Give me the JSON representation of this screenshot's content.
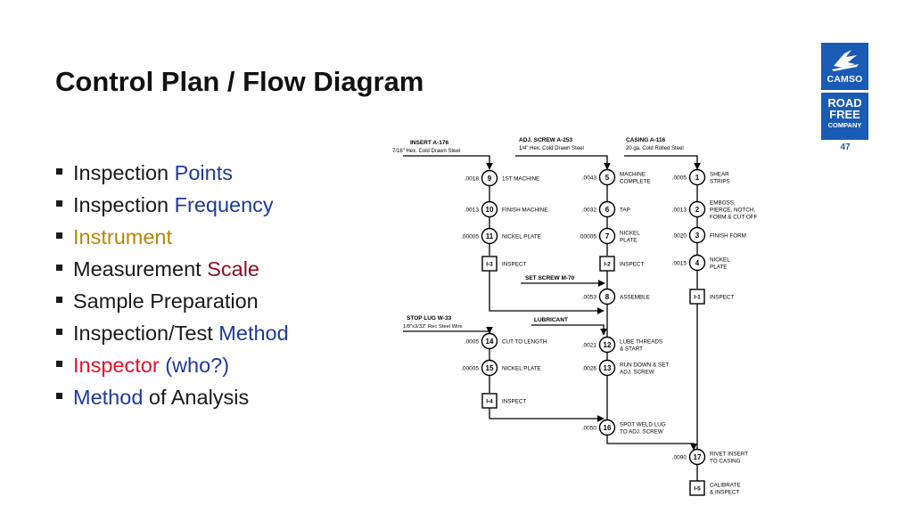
{
  "slide": {
    "title": "Control Plan / Flow Diagram",
    "page_number": "47"
  },
  "bullets": [
    {
      "text": "Inspection ",
      "highlight": "Points"
    },
    {
      "text": "Inspection ",
      "highlight": "Frequency"
    },
    {
      "text": "",
      "highlight": "Instrument"
    },
    {
      "text": "Measurement ",
      "highlight": "Scale"
    },
    {
      "text": "Sample Preparation",
      "highlight": ""
    },
    {
      "text": "Inspection/Test ",
      "highlight": "Method"
    },
    {
      "text": "Inspector",
      "highlight": " (who?)"
    },
    {
      "text": "Method",
      "highlight": " of Analysis"
    }
  ],
  "logos": {
    "camso": "CAMSO",
    "road": "ROAD",
    "free": "FREE",
    "company": "COMPANY"
  },
  "colors": {
    "brand_blue": "#1a5bb4",
    "accent_blue": "#1f3a9c",
    "gold": "#b8860b",
    "dark_red": "#8b1020",
    "red": "#e8102c"
  },
  "flow": {
    "inputs": {
      "insert": {
        "name": "INSERT A-176",
        "spec": "7/16\" Hex. Cold Drawn Steel"
      },
      "adj_screw": {
        "name": "ADJ. SCREW A-253",
        "spec": "1/4\" Hex. Cold Drawn Steel"
      },
      "casing": {
        "name": "CASING A-116",
        "spec": "20 ga. Cold Rolled Steel"
      },
      "set_screw": "SET SCREW M-70",
      "lubricant": "LUBRICANT",
      "stop_lug": {
        "name": "STOP LUG W-33",
        "spec": "1/8\"x3/32\" Rec Steel Wire"
      }
    },
    "ops": [
      {
        "num": "9",
        "freq": ".0018",
        "label": [
          "1ST MACHINE"
        ]
      },
      {
        "num": "10",
        "freq": ".0013",
        "label": [
          "FINISH MACHINE"
        ]
      },
      {
        "num": "11",
        "freq": ".00005",
        "label": [
          "NICKEL PLATE"
        ]
      },
      {
        "num": "5",
        "freq": ".0043",
        "label": [
          "MACHINE",
          "COMPLETE"
        ]
      },
      {
        "num": "6",
        "freq": ".0032",
        "label": [
          "TAP"
        ]
      },
      {
        "num": "7",
        "freq": ".00005",
        "label": [
          "NICKEL",
          "PLATE"
        ]
      },
      {
        "num": "1",
        "freq": ".0005",
        "label": [
          "SHEAR",
          "STRIPS"
        ]
      },
      {
        "num": "2",
        "freq": ".0013",
        "label": [
          "EMBOSS,",
          "PIERCE, NOTCH,",
          "FORM & CUT OFF"
        ]
      },
      {
        "num": "3",
        "freq": ".0020",
        "label": [
          "FINISH FORM"
        ]
      },
      {
        "num": "4",
        "freq": ".0015",
        "label": [
          "NICKEL",
          "PLATE"
        ]
      },
      {
        "num": "8",
        "freq": ".0053",
        "label": [
          "ASSEMBLE"
        ]
      },
      {
        "num": "14",
        "freq": ".0005",
        "label": [
          "CUT TO LENGTH"
        ]
      },
      {
        "num": "15",
        "freq": ".00005",
        "label": [
          "NICKEL PLATE"
        ]
      },
      {
        "num": "12",
        "freq": ".0021",
        "label": [
          "LUBE THREADS",
          "& START"
        ]
      },
      {
        "num": "13",
        "freq": ".0026",
        "label": [
          "RUN DOWN & SET",
          "ADJ. SCREW"
        ]
      },
      {
        "num": "16",
        "freq": ".0050",
        "label": [
          "SPOT WELD LUG",
          "TO ADJ. SCREW"
        ]
      },
      {
        "num": "17",
        "freq": ".0090",
        "label": [
          "RIVET INSERT",
          "TO CASING"
        ]
      }
    ],
    "inspections": [
      {
        "id": "I-3",
        "label": [
          "INSPECT"
        ]
      },
      {
        "id": "I-2",
        "label": [
          "INSPECT"
        ]
      },
      {
        "id": "I-1",
        "label": [
          "INSPECT"
        ]
      },
      {
        "id": "I-4",
        "label": [
          "INSPECT"
        ]
      },
      {
        "id": "I-5",
        "label": [
          "CALIBRATE",
          "& INSPECT"
        ]
      }
    ]
  }
}
